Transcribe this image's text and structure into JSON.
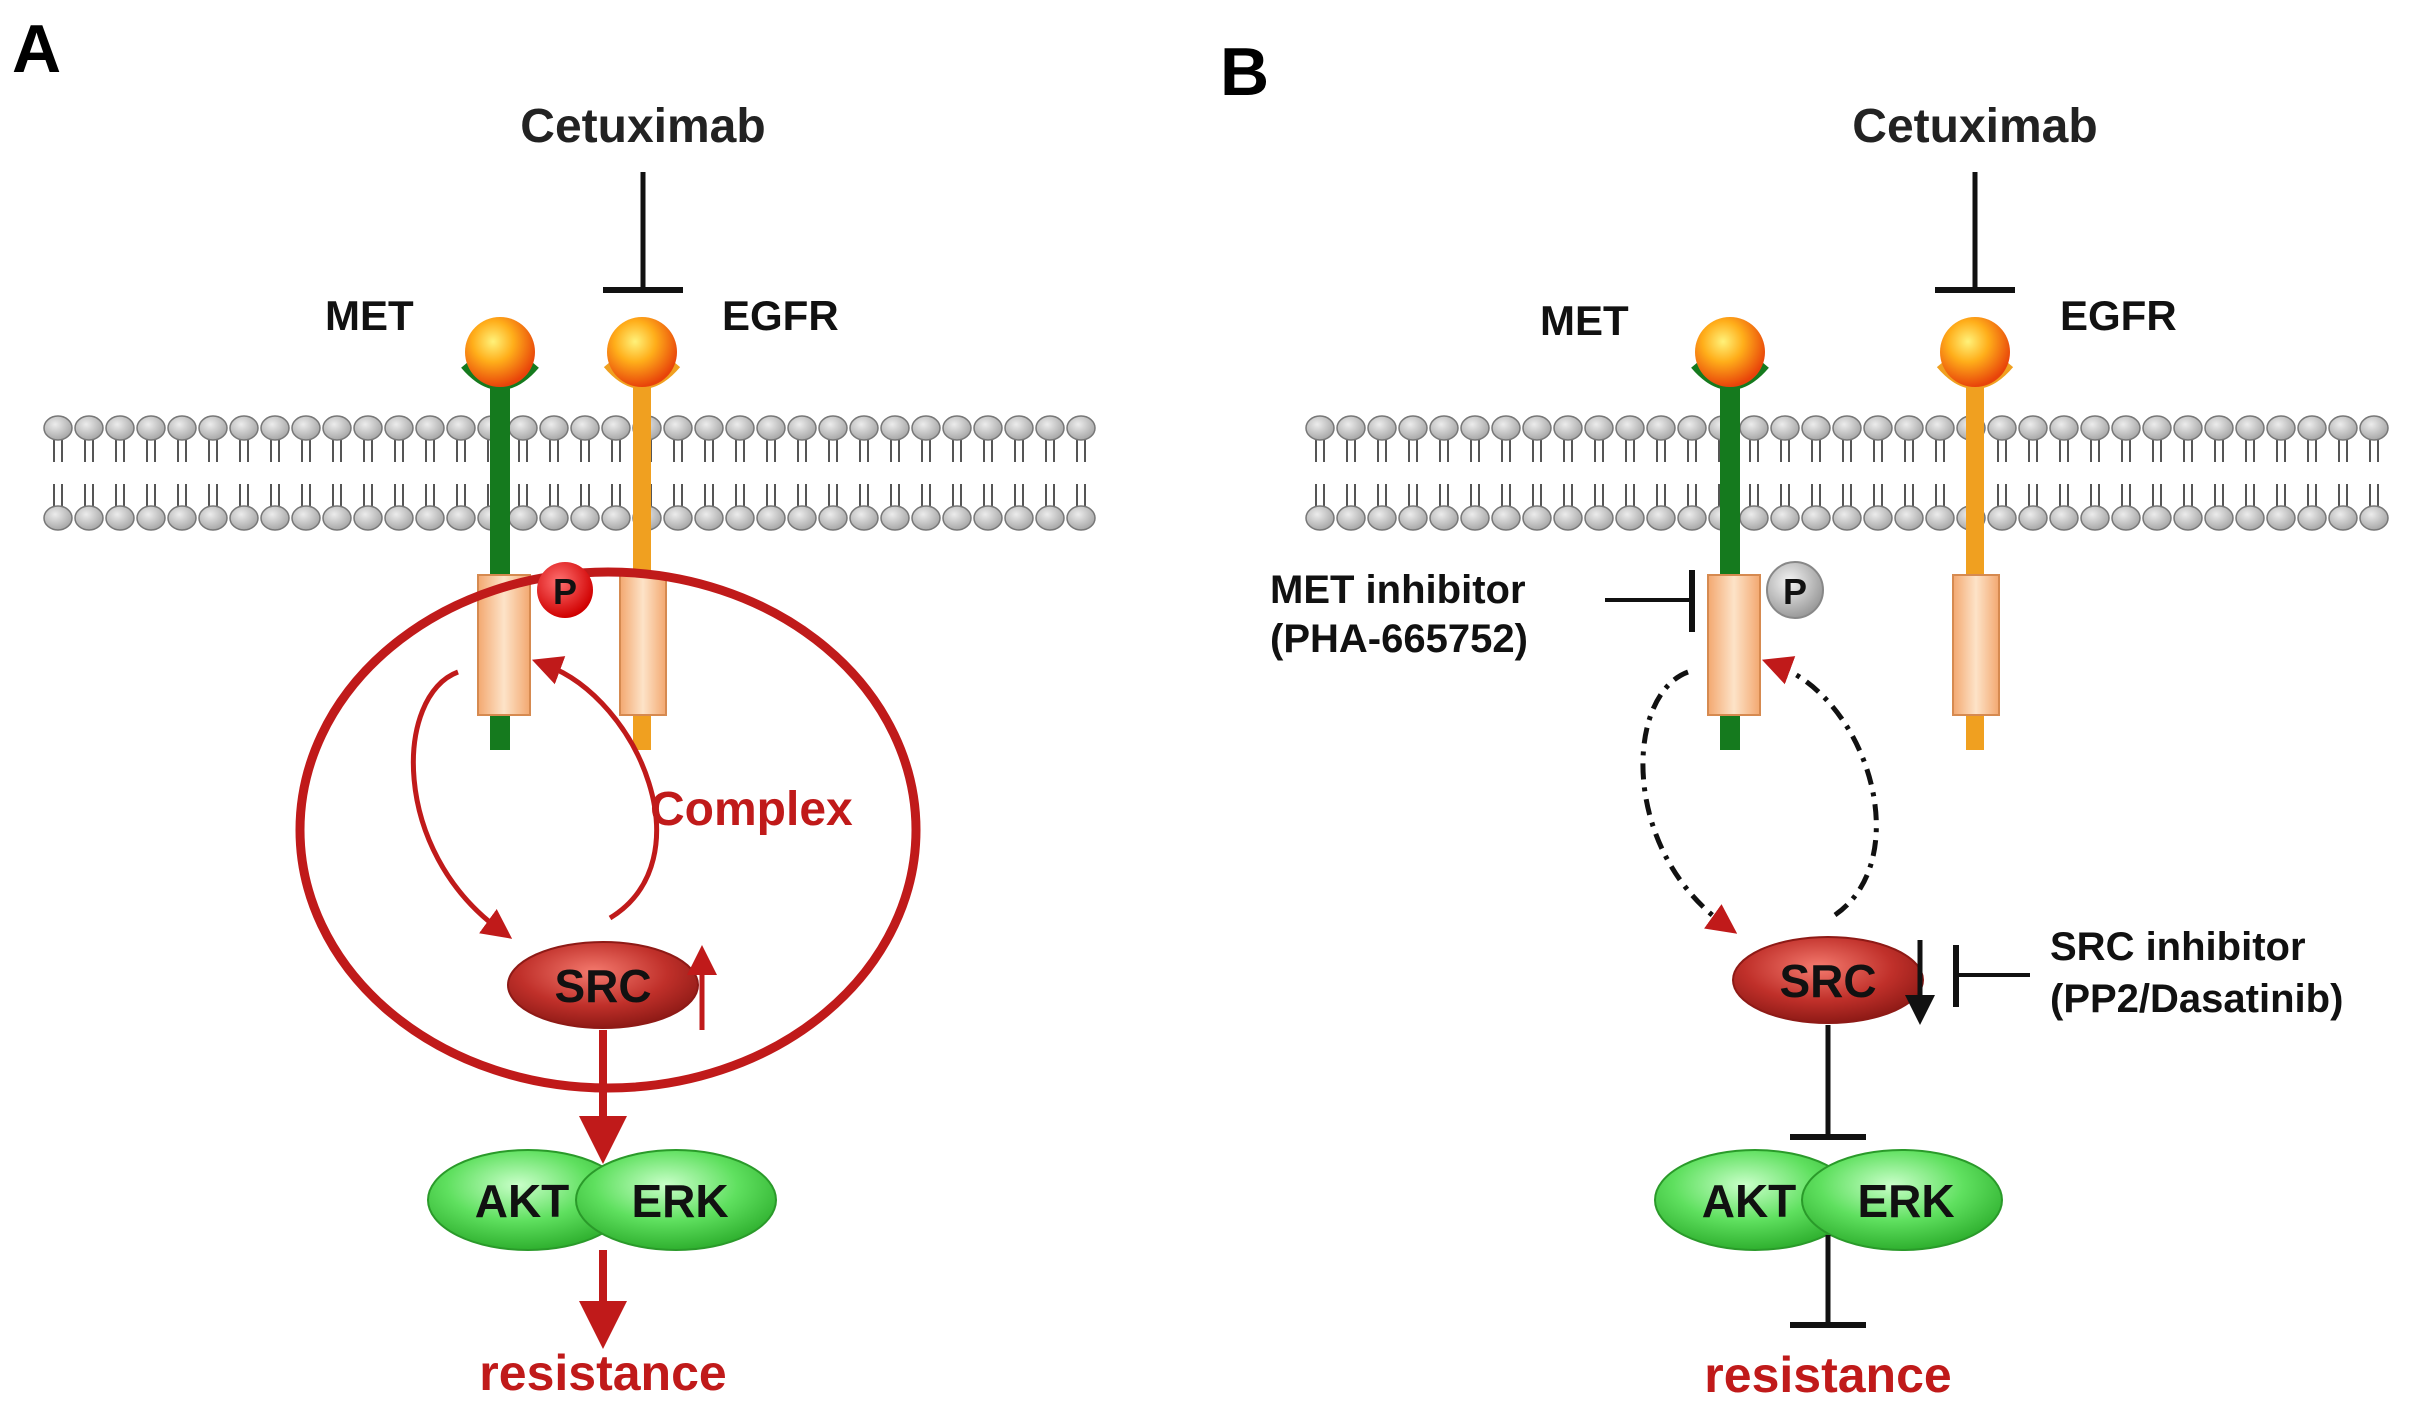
{
  "panel_a": {
    "letter": "A",
    "drug": "Cetuximab",
    "receptor_left": "MET",
    "receptor_right": "EGFR",
    "phospho": "P",
    "complex_label": "Complex",
    "src": "SRC",
    "akt": "AKT",
    "erk": "ERK",
    "outcome": "resistance"
  },
  "panel_b": {
    "letter": "B",
    "drug": "Cetuximab",
    "receptor_left": "MET",
    "receptor_right": "EGFR",
    "phospho": "P",
    "met_inhibitor_line1": "MET inhibitor",
    "met_inhibitor_line2": "(PHA-665752)",
    "src_inhibitor_line1": "SRC inhibitor",
    "src_inhibitor_line2": "(PP2/Dasatinib)",
    "src": "SRC",
    "akt": "AKT",
    "erk": "ERK",
    "outcome": "resistance"
  },
  "colors": {
    "met": "#157a1e",
    "egfr": "#f0a020",
    "active_red": "#c01a1a",
    "lipid_head": "#c8c8c8",
    "akt_erk": "#5fe05f",
    "src": "#c0302a",
    "inhibited_p": "#b0b0b0",
    "kinase_domain": "#f6c8a0"
  },
  "icons": [
    "ligand-sphere-icon",
    "phospho-icon",
    "inhibition-bar-icon",
    "arrow-icon",
    "up-arrow-icon",
    "down-arrow-icon"
  ]
}
